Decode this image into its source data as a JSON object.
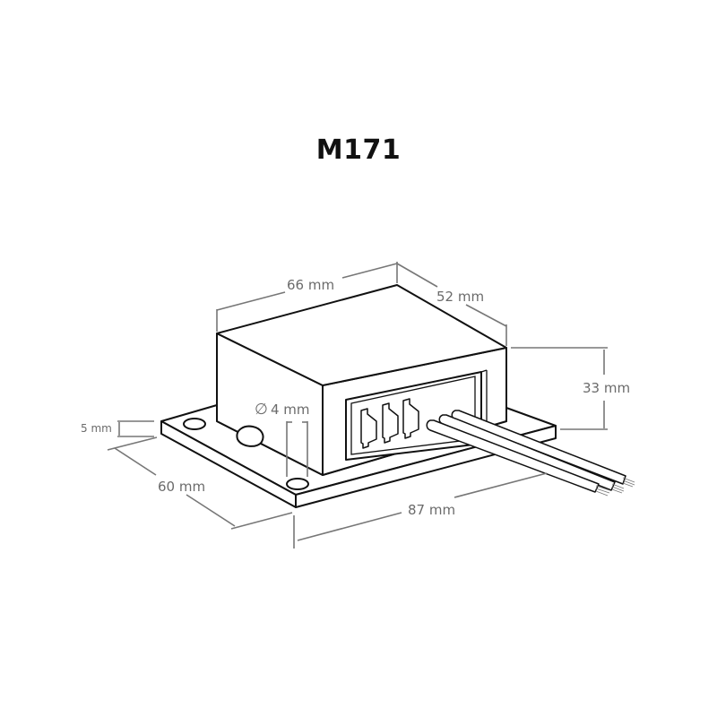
{
  "title": "M171",
  "dimensions": {
    "length_top": "66 mm",
    "depth_top": "52 mm",
    "height": "33 mm",
    "plate_thickness": "5 mm",
    "plate_width": "60 mm",
    "plate_length": "87 mm",
    "hole_diameter": "4 mm",
    "hole_diameter_symbol": "∅"
  },
  "colors": {
    "outline": "#111111",
    "dimension_lines": "#777777",
    "dimension_text": "#6b6b6b",
    "background": "#ffffff"
  },
  "components": {
    "terminals_count": 3,
    "wires_count": 3,
    "mounting_holes": 3
  }
}
